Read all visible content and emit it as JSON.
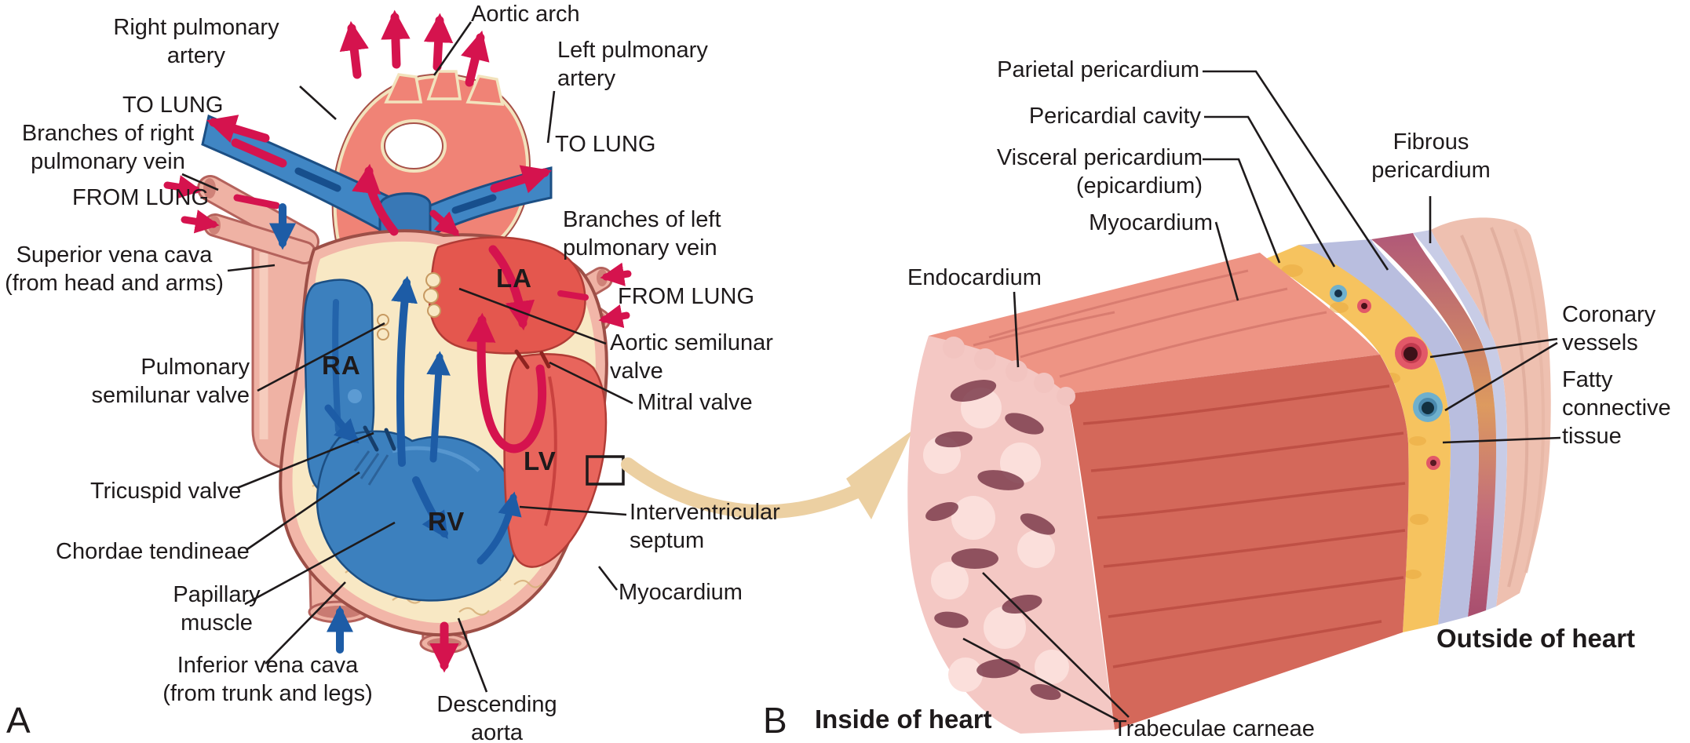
{
  "figure": {
    "type": "anatomical-diagram",
    "subject": "Heart: blood flow (A) and wall layers (B)",
    "panel_a": {
      "letter": "A",
      "labels": {
        "right_pulmonary_artery": "Right pulmonary\nartery",
        "aortic_arch": "Aortic arch",
        "left_pulmonary_artery": "Left pulmonary\nartery",
        "to_lung_left": "TO LUNG",
        "branches_of_right_pulmonary_vein": "Branches of right\npulmonary vein",
        "from_lung_left": "FROM LUNG",
        "to_lung_right": "TO LUNG",
        "superior_vena_cava": "Superior vena cava\n(from head and arms)",
        "branches_of_left_pulmonary_vein": "Branches of left\npulmonary vein",
        "from_lung_right": "FROM LUNG",
        "aortic_semilunar_valve": "Aortic semilunar\nvalve",
        "mitral_valve": "Mitral valve",
        "pulmonary_semilunar_valve": "Pulmonary\nsemilunar valve",
        "tricuspid_valve": "Tricuspid valve",
        "interventricular_septum": "Interventricular\nseptum",
        "chordae_tendineae": "Chordae tendineae",
        "myocardium": "Myocardium",
        "papillary_muscle": "Papillary\nmuscle",
        "inferior_vena_cava": "Inferior vena cava\n(from trunk and legs)",
        "descending_aorta": "Descending\naorta"
      },
      "chambers": {
        "right_atrium": "RA",
        "left_atrium": "LA",
        "right_ventricle": "RV",
        "left_ventricle": "LV"
      }
    },
    "panel_b": {
      "letter": "B",
      "labels": {
        "parietal_pericardium": "Parietal pericardium",
        "pericardial_cavity": "Pericardial cavity",
        "visceral_pericardium": "Visceral pericardium\n(epicardium)",
        "myocardium": "Myocardium",
        "fibrous_pericardium": "Fibrous\npericardium",
        "endocardium": "Endocardium",
        "coronary_vessels": "Coronary\nvessels",
        "fatty_connective_tissue": "Fatty\nconnective\ntissue",
        "trabeculae_carneae": "Trabeculae carneae"
      },
      "captions": {
        "inside_of_heart": "Inside of heart",
        "outside_of_heart": "Outside of heart"
      }
    },
    "colors": {
      "oxygenated_flow": "#d5134e",
      "deoxygenated_flow": "#1d5ca6",
      "artery_red": "#f08376",
      "vein_blue": "#4086c4",
      "vessel_pink": "#efb2a4",
      "myocardium_cream": "#f8e8c4",
      "fat_yellow": "#f6c35f",
      "pericardium_lavender": "#b9bedf",
      "parietal_rose": "#b05878",
      "fibrous_pink": "#eec0b0",
      "label_text": "#1e1a1b"
    }
  }
}
